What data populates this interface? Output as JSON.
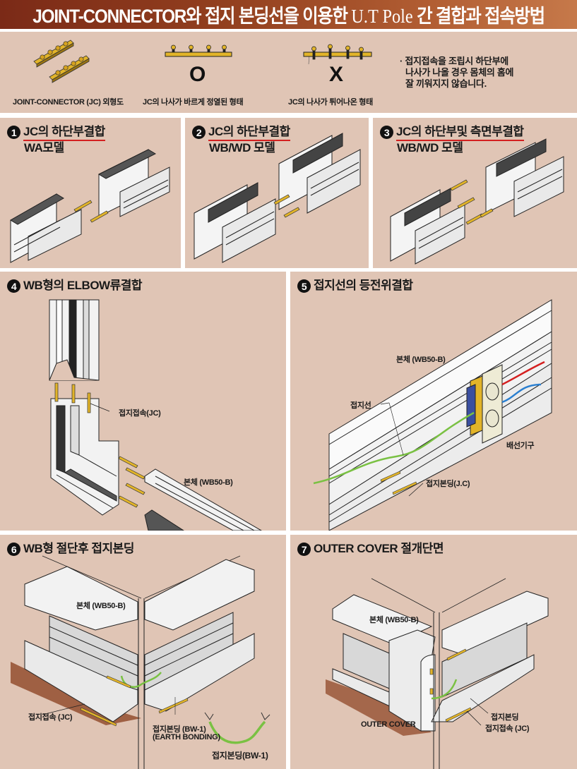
{
  "header": {
    "title_part1": "JOINT-CONNECTOR와 접지 본딩선을 이용한 ",
    "title_part2": "U.T Pole",
    "title_part3": " 간 결합과 접속방법"
  },
  "intro": {
    "items": [
      {
        "caption": "JOINT-CONNECTOR (JC) 외형도"
      },
      {
        "caption": "JC의 나사가 바르게 정열된 형태",
        "mark": "O"
      },
      {
        "caption": "JC의 나사가 튀어나온 형태",
        "mark": "X"
      }
    ],
    "note_lines": [
      "· 접지접속을 조립시 하단부에",
      "나사가 나올 경우 몸체의 홈에",
      "잘 끼워지지 않습니다."
    ]
  },
  "panels": [
    {
      "number": "1",
      "title": "JC의 하단부결합",
      "subtitle": "WA모델"
    },
    {
      "number": "2",
      "title": "JC의 하단부결합",
      "subtitle": "WB/WD 모델"
    },
    {
      "number": "3",
      "title": "JC의 하단부및 측면부결합",
      "subtitle": "WB/WD 모델"
    },
    {
      "number": "4",
      "title": "WB형의 ELBOW류결합",
      "labels": [
        "접지접속(JC)",
        "본체 (WB50-B)"
      ]
    },
    {
      "number": "5",
      "title": "접지선의 등전위결합",
      "labels": [
        "본체 (WB50-B)",
        "접지선",
        "배선기구",
        "접지본딩(J.C)"
      ]
    },
    {
      "number": "6",
      "title": "WB형 절단후 접지본딩",
      "labels": [
        "본체 (WB50-B)",
        "접지접속 (JC)",
        "접지본딩 (BW-1)",
        "(EARTH BONDING)",
        "접지본딩(BW-1)"
      ]
    },
    {
      "number": "7",
      "title": "OUTER COVER 절개단면",
      "labels": [
        "본체 (WB50-B)",
        "OUTER COVER",
        "접지본딩",
        "접지접속 (JC)"
      ]
    }
  ],
  "colors": {
    "header_start": "#7b2a17",
    "header_end": "#c6794a",
    "panel_bg": "#e0c5b5",
    "underline": "#d42020",
    "connector_gold": "#e2b429",
    "wire_green": "#7ac143",
    "wire_red": "#d42020",
    "wire_blue": "#2a7fd0",
    "floor_shadow": "#8a3e1e"
  }
}
